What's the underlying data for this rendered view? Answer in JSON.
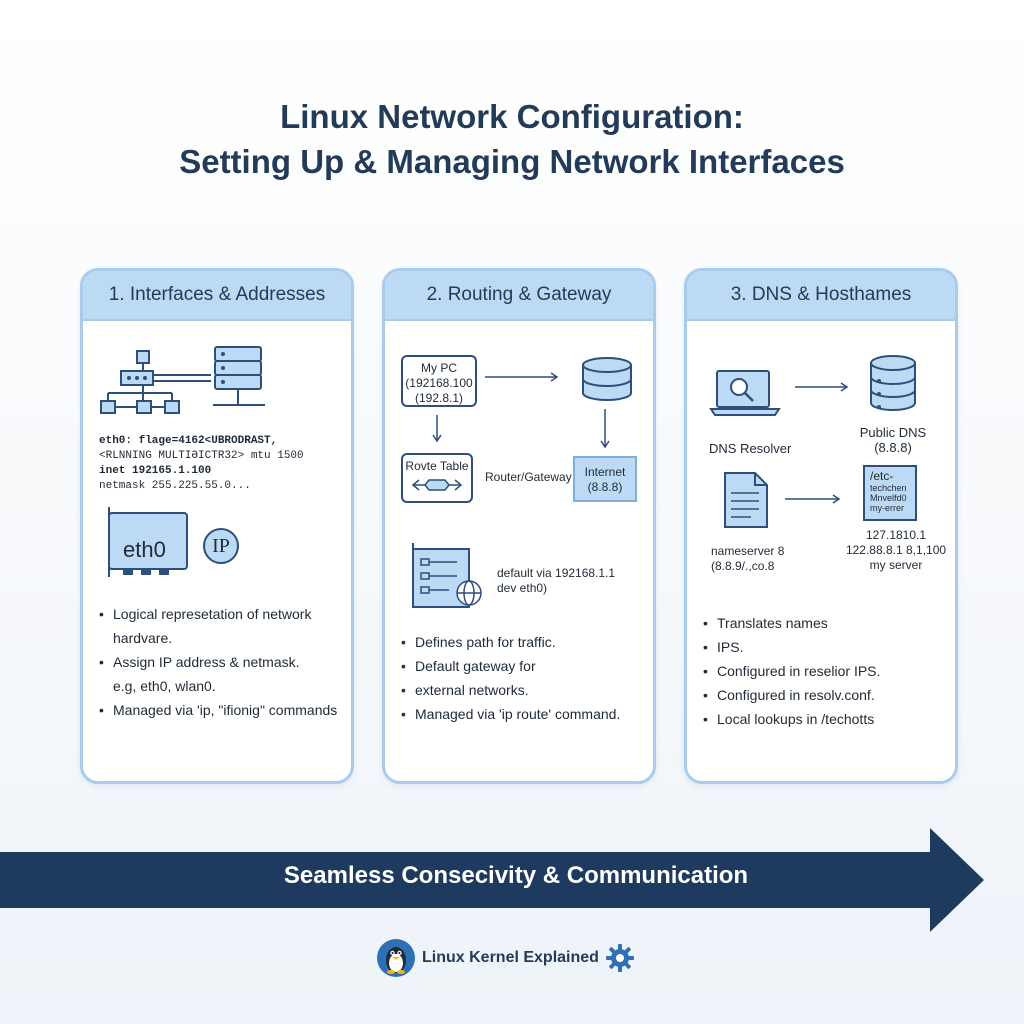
{
  "title": {
    "line1": "Linux Network Configuration:",
    "line2": "Setting Up & Managing Network Interfaces"
  },
  "panels": [
    {
      "heading": "1. Interfaces & Addresses",
      "config_lines": [
        "eth0: flage=4162<UBRODRAST,",
        "<RLNNING MULTIƏICTR32> mtu 1500",
        "inet 192165.1.100",
        "netmask 255.225.55.0..."
      ],
      "nic_label": "eth0",
      "ip_badge": "IP",
      "bullets": [
        "Logical represetation of network",
        "hardvare.",
        "Assign IP address & netmask.",
        "e.g, eth0, wlan0.",
        "Managed via 'ip, \"ifionig\" commands"
      ]
    },
    {
      "heading": "2. Routing & Gateway",
      "mypc": [
        "My PC",
        "(192168.100",
        "(192.8.1)"
      ],
      "route_table": "Rovte Table",
      "router_label": "Router/Gateway",
      "internet": [
        "Internet",
        "(8.8.8)"
      ],
      "route_entry": [
        "default via 192168.1.1",
        "dev eth0)"
      ],
      "bullets": [
        "Defines path for traffic.",
        "Default gateway for",
        "external networks.",
        "Managed via 'ip route' command."
      ]
    },
    {
      "heading": "3. DNS & Hosthames",
      "resolver": "DNS Resolver",
      "public_dns": [
        "Public DNS",
        "(8.8.8)"
      ],
      "etc_file": [
        "/etc-",
        "techchen",
        "Mnvelfd0",
        "my-errer"
      ],
      "nameserver": [
        "nameserver 8",
        "(8.8.9/.,co.8"
      ],
      "hosts": [
        "127.1810.1",
        "122.88.8.1 8,1,100",
        "my server"
      ],
      "bullets": [
        "Translates names",
        "IPS.",
        "Configured in reselior IPS.",
        "Configured in resolv.conf.",
        "Local lookups in /techotts"
      ]
    }
  ],
  "banner": "Seamless Consecivity & Communication",
  "footer": "Linux Kernel Explained",
  "colors": {
    "navy": "#1f3a5f",
    "accent": "#bcdaf3",
    "border": "#a9ccec",
    "icon": "#2d4f7a"
  }
}
